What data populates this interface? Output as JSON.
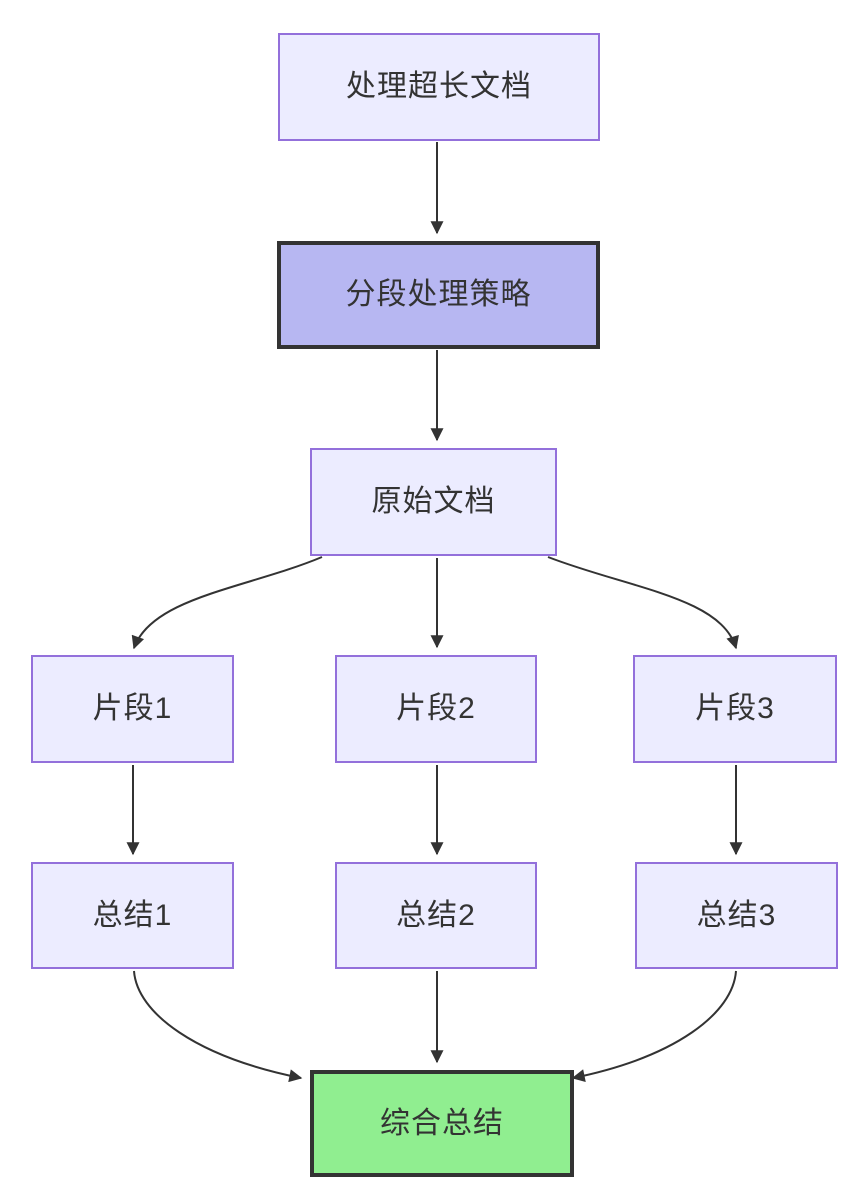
{
  "colors": {
    "node_fill": "#ECECFF",
    "node_border": "#9370DB",
    "highlight_fill": "#b7b7f2",
    "highlight_border": "#333333",
    "success_fill": "#90EE90",
    "success_border": "#333333",
    "edge_color": "#333333",
    "text_color": "#333333",
    "background": "#ffffff"
  },
  "diagram": {
    "type": "flowchart",
    "direction": "top-down",
    "nodes": [
      {
        "id": "A",
        "label": "处理超长文档",
        "style": "default"
      },
      {
        "id": "B",
        "label": "分段处理策略",
        "style": "highlight"
      },
      {
        "id": "C",
        "label": "原始文档",
        "style": "default"
      },
      {
        "id": "D1",
        "label": "片段1",
        "style": "default"
      },
      {
        "id": "D2",
        "label": "片段2",
        "style": "default"
      },
      {
        "id": "D3",
        "label": "片段3",
        "style": "default"
      },
      {
        "id": "E1",
        "label": "总结1",
        "style": "default"
      },
      {
        "id": "E2",
        "label": "总结2",
        "style": "default"
      },
      {
        "id": "E3",
        "label": "总结3",
        "style": "default"
      },
      {
        "id": "F",
        "label": "综合总结",
        "style": "success"
      }
    ],
    "edges": [
      {
        "from": "处理超长文档",
        "to": "分段处理策略"
      },
      {
        "from": "分段处理策略",
        "to": "原始文档"
      },
      {
        "from": "原始文档",
        "to": "片段1"
      },
      {
        "from": "原始文档",
        "to": "片段2"
      },
      {
        "from": "原始文档",
        "to": "片段3"
      },
      {
        "from": "片段1",
        "to": "总结1"
      },
      {
        "from": "片段2",
        "to": "总结2"
      },
      {
        "from": "片段3",
        "to": "总结3"
      },
      {
        "from": "总结1",
        "to": "综合总结"
      },
      {
        "from": "总结2",
        "to": "综合总结"
      },
      {
        "from": "总结3",
        "to": "综合总结"
      }
    ]
  }
}
